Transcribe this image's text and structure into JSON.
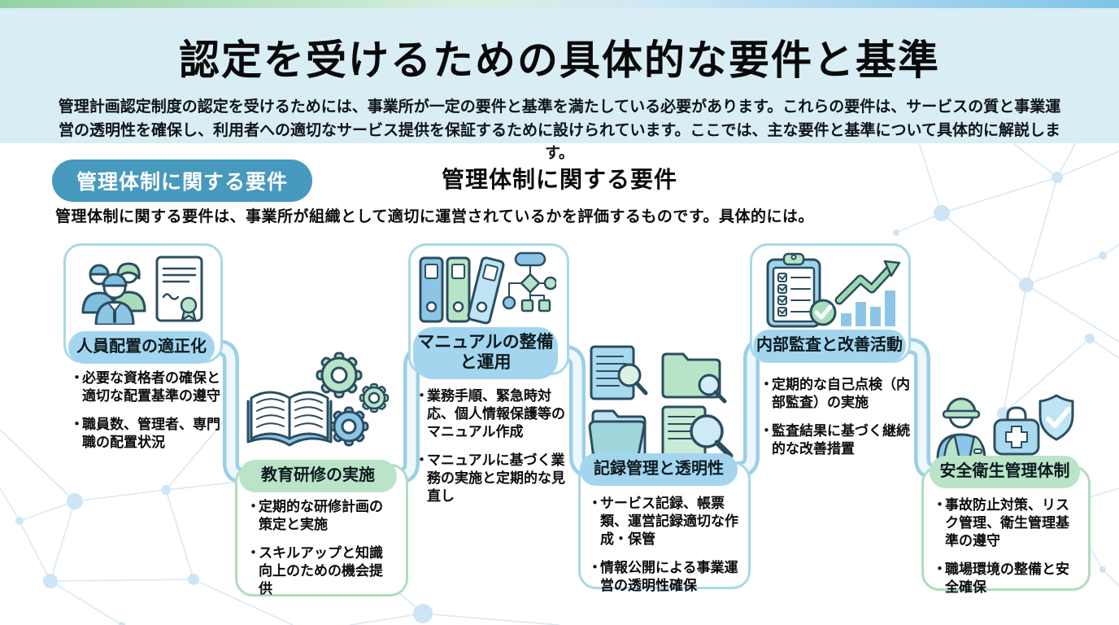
{
  "page": {
    "title": "認定を受けるための具体的な要件と基準",
    "subtitle": "管理計画認定制度の認定を受けるためには、事業所が一定の要件と基準を満たしている必要があります。これらの要件は、サービスの質と事業運営の透明性を確保し、利用者への適切なサービス提供を保証するために設けられています。ここでは、主な要件と基準について具体的に解説します。"
  },
  "section": {
    "badge_label": "管理体制に関する要件",
    "heading": "管理体制に関する要件",
    "description": "管理体制に関する要件は、事業所が組織として適切に運営されているかを評価するものです。具体的には。"
  },
  "ui": {
    "bullet_char": "・"
  },
  "colors": {
    "header_bg": "#d9edf5",
    "badge_teal": "#4799bd",
    "pill_blue": "#a3d6ee",
    "pill_green": "#b9e4c8",
    "border_blue": "#a9d8ea",
    "border_green": "#aeddbf",
    "icon_blue": "#8cc6e6",
    "icon_green": "#b7e3c6",
    "net_line": "#d7e9f6"
  },
  "cards": [
    {
      "label": "人員配置の適正化",
      "icon": "staff-and-certificate-icon",
      "accent": "blue",
      "bullets": [
        "必要な資格者の確保と適切な配置基準の遵守",
        "職員数、管理者、専門職の配置状況"
      ]
    },
    {
      "label": "教育研修の実施",
      "icon": "book-and-gears-icon",
      "accent": "green",
      "bullets": [
        "定期的な研修計画の策定と実施",
        "スキルアップと知識向上のための機会提供"
      ]
    },
    {
      "label": "マニュアルの整備と運用",
      "icon": "binders-and-flowchart-icon",
      "accent": "blue",
      "bullets": [
        "業務手順、緊急時対応、個人情報保護等のマニュアル作成",
        "マニュアルに基づく業務の実施と定期的な見直し"
      ]
    },
    {
      "label": "記録管理と透明性",
      "icon": "documents-and-magnifier-icon",
      "accent": "blue",
      "bullets": [
        "サービス記録、帳票類、運営記録適切な作成・保管",
        "情報公開による事業運営の透明性確保"
      ]
    },
    {
      "label": "内部監査と改善活動",
      "icon": "checklist-and-growth-chart-icon",
      "accent": "blue",
      "bullets": [
        "定期的な自己点検（内部監査）の実施",
        "監査結果に基づく継続的な改善措置"
      ]
    },
    {
      "label": "安全衛生管理体制",
      "icon": "worker-firstaid-shield-icon",
      "accent": "green",
      "bullets": [
        "事故防止対策、リスク管理、衛生管理基準の遵守",
        "職場環境の整備と安全確保"
      ]
    }
  ]
}
